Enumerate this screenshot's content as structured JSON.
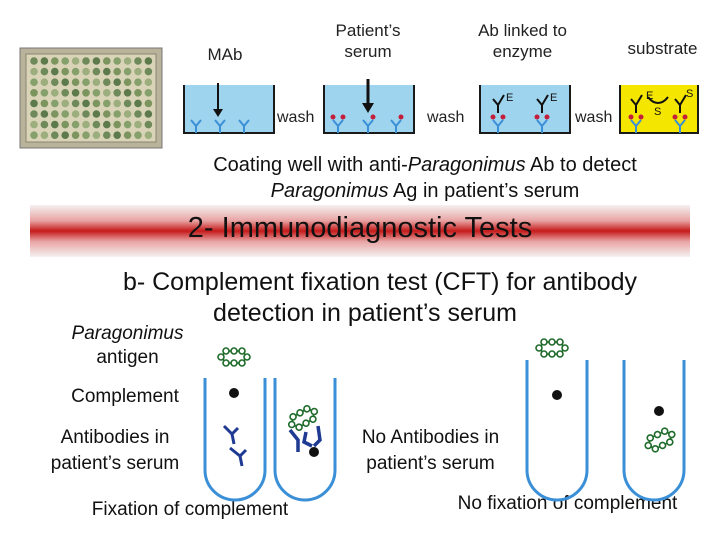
{
  "elisa": {
    "step_mab": "MAb",
    "step_serum": "Patient’s serum",
    "step_enzyme": "Ab linked to enzyme",
    "step_substrate": "substrate",
    "wash_1": "wash",
    "wash_2": "wash",
    "wash_3": "wash",
    "enzyme_letter": "E",
    "substrate_letter": "S",
    "caption_line1_pre": "Coating well with anti-",
    "caption_line1_italic": "Paragonimus",
    "caption_line1_post": " Ab to detect",
    "caption_line2_italic": "Paragonimus",
    "caption_line2_post": "  Ag in patient’s serum"
  },
  "banner": {
    "title": "2- Immunodiagnostic Tests"
  },
  "cft": {
    "heading_line1": "b- Complement fixation test (CFT) for antibody",
    "heading_line2": "detection in patient’s serum",
    "label_antigen_italic": "Paragonimus",
    "label_antigen": "antigen",
    "label_complement": "Complement",
    "label_antibodies_line1": "Antibodies in",
    "label_antibodies_line2": "patient’s serum",
    "label_no_antibodies_line1": "No Antibodies in",
    "label_no_antibodies_line2": "patient’s serum",
    "fixation": "Fixation of complement",
    "no_fixation": "No fixation of complement"
  },
  "colors": {
    "banner_red": "#c51a1a",
    "antigen_green": "#1e6b2a",
    "antibody_blue": "#1f3a93",
    "tube_blue": "#3a8fd6",
    "well_fluid": "#9fd4ef",
    "substrate_yellow": "#f5e600"
  }
}
